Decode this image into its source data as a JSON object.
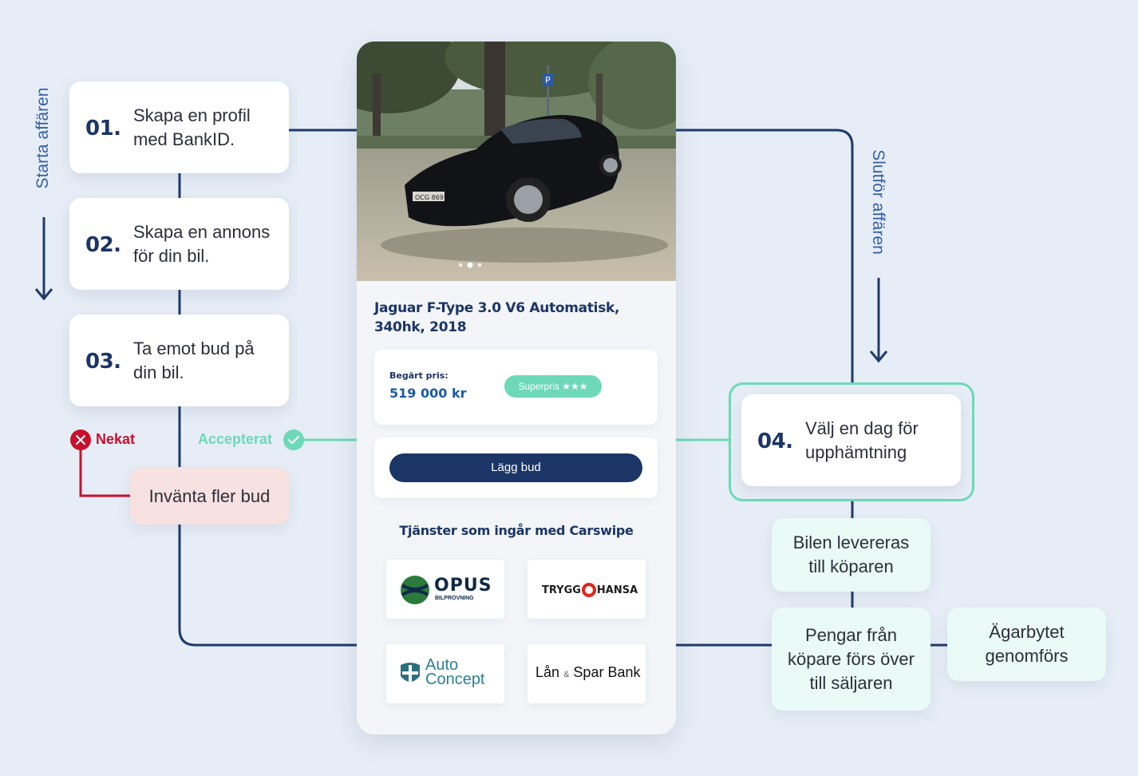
{
  "flow": {
    "start_label": "Starta affären",
    "finish_label": "Slutför affären",
    "steps": [
      {
        "num": "01.",
        "line1": "Skapa en profil",
        "line2": "med BankID."
      },
      {
        "num": "02.",
        "line1": "Skapa en annons",
        "line2": "för din bil."
      },
      {
        "num": "03.",
        "line1": "Ta emot bud på",
        "line2": "din bil."
      },
      {
        "num": "04.",
        "line1": "Välj en dag för",
        "line2": "upphämtning"
      }
    ],
    "rejected_label": "Nekat",
    "accepted_label": "Accepterat",
    "wait_label": "Invänta fler bud",
    "delivered": {
      "line1": "Bilen levereras",
      "line2": "till köparen"
    },
    "payment": {
      "line1": "Pengar från",
      "line2": "köpare förs över",
      "line3": "till säljaren"
    },
    "ownership": {
      "line1": "Ägarbytet",
      "line2": "genomförs"
    }
  },
  "listing": {
    "title_line1": "Jaguar F-Type 3.0 V6 Automatisk,",
    "title_line2": "340hk, 2018",
    "price_label": "Begärt pris:",
    "price": "519 000 kr",
    "badge": "Superpris ★★★",
    "bid_button": "Lägg bud",
    "services_title": "Tjänster som ingår med Carswipe",
    "plate": "OCG 869",
    "parking_sign": "P",
    "partners": {
      "opus": "OPUS",
      "opus_sub": "BILPROVNING",
      "trygg_left": "TRYGG",
      "trygg_right": "HANSA",
      "auto1": "Auto",
      "auto2": "Concept",
      "lan_left": "Lån",
      "lan_amp": "&",
      "lan_right": "Spar Bank"
    }
  },
  "colors": {
    "navy": "#1b3566",
    "line": "#1f3a6b",
    "mint": "#6dd9b6",
    "red": "#c8102e",
    "label_blue": "#3560a8",
    "background": "#e6edf6"
  }
}
